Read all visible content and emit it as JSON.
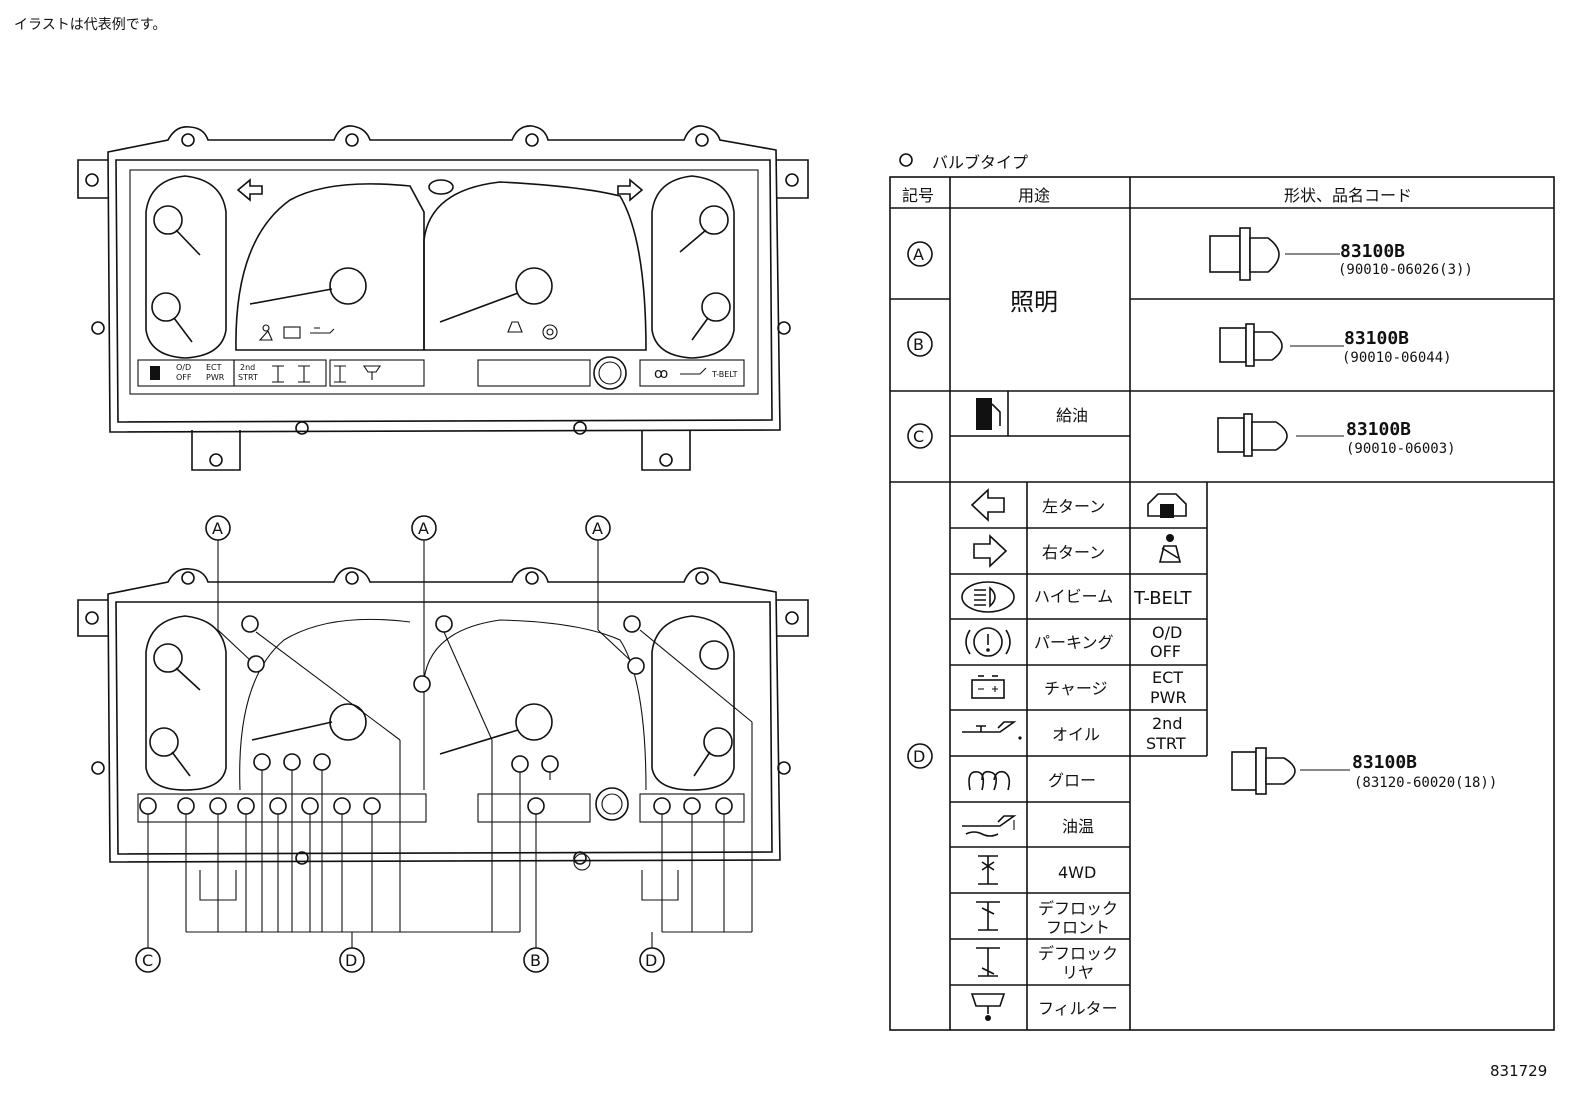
{
  "note": "イラストは代表例です。",
  "doc_number": "831729",
  "cluster_labels": {
    "top": {
      "od": "O/D",
      "off": "OFF",
      "ect": "ECT",
      "pwr": "PWR",
      "n2nd": "2nd",
      "strt": "STRT",
      "tbelt": "T-BELT"
    },
    "callouts": {
      "a": "A",
      "b": "B",
      "c": "C",
      "d": "D"
    }
  },
  "table": {
    "caption": "バルブタイプ",
    "headers": {
      "symbol": "記号",
      "usage": "用途",
      "shape": "形状、品名コード"
    },
    "rows": {
      "a": {
        "mark": "A",
        "code": "83100B",
        "part": "(90010-06026(3))"
      },
      "b": {
        "mark": "B",
        "code": "83100B",
        "part": "(90010-06044)"
      },
      "ab_usage": "照明",
      "c": {
        "mark": "C",
        "usage": "給油",
        "code": "83100B",
        "part": "(90010-06003)"
      },
      "d": {
        "mark": "D",
        "code": "83100B",
        "part": "(83120-60020(18))",
        "items": [
          {
            "icon": "left-turn-icon",
            "label": "左ターン"
          },
          {
            "icon": "right-turn-icon",
            "label": "右ターン"
          },
          {
            "icon": "high-beam-icon",
            "label": "ハイビーム"
          },
          {
            "icon": "parking-brake-icon",
            "label": "パーキング"
          },
          {
            "icon": "battery-charge-icon",
            "label": "チャージ"
          },
          {
            "icon": "oil-icon",
            "label": "オイル"
          },
          {
            "icon": "glow-plug-icon",
            "label": "グロー"
          },
          {
            "icon": "oil-temp-icon",
            "label": "油温"
          },
          {
            "icon": "4wd-icon",
            "label": "4WD"
          },
          {
            "icon": "front-diff-lock-icon",
            "label": "デフロック",
            "label2": "フロント"
          },
          {
            "icon": "rear-diff-lock-icon",
            "label": "デフロック",
            "label2": "リヤ"
          },
          {
            "icon": "filter-icon",
            "label": "フィルター"
          }
        ],
        "extra": [
          {
            "icon": "door-open-icon",
            "label": ""
          },
          {
            "icon": "seatbelt-icon",
            "label": ""
          },
          {
            "label": "T-BELT"
          },
          {
            "label": "O/D",
            "label2": "OFF"
          },
          {
            "label": "ECT",
            "label2": "PWR"
          },
          {
            "label": "2nd",
            "label2": "STRT"
          }
        ]
      }
    }
  }
}
